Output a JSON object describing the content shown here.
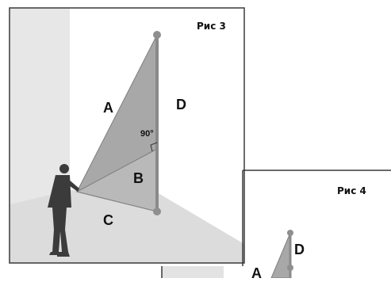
{
  "figure3": {
    "label": "Рис 3",
    "angle_label": "90°",
    "sides": {
      "a": "A",
      "b": "B",
      "c": "C",
      "d": "D"
    }
  },
  "figure4": {
    "label": "Рис 4",
    "sides": {
      "a": "A",
      "d": "D"
    }
  },
  "colors": {
    "frame": "#3a3a3a",
    "wall_left": "#e7e7e7",
    "floor": "#dedede",
    "triangle_fill": "#a9a9a9",
    "vertical_line": "#8a8a8a",
    "point": "#8f8f8f",
    "person": "#3b3b3b"
  }
}
